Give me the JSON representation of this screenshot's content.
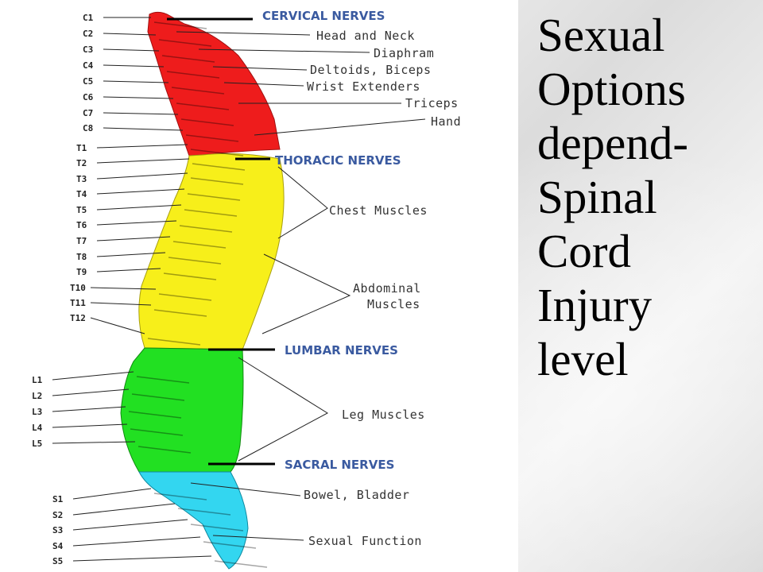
{
  "slide_title_lines": [
    "Sexual",
    "Options",
    "depend-",
    "Spinal",
    "Cord",
    "Injury",
    "level"
  ],
  "nerve_groups": {
    "cervical": "CERVICAL NERVES",
    "thoracic": "THORACIC NERVES",
    "lumbar": "LUMBAR NERVES",
    "sacral": "SACRAL NERVES"
  },
  "functions": {
    "head_neck": "Head and Neck",
    "diaphram": "Diaphram",
    "deltoids": "Deltoids, Biceps",
    "wrist": "Wrist Extenders",
    "triceps": "Triceps",
    "hand": "Hand",
    "chest": "Chest Muscles",
    "abdominal_1": "Abdominal",
    "abdominal_2": "Muscles",
    "leg": "Leg Muscles",
    "bowel": "Bowel, Bladder",
    "sexual": "Sexual Function"
  },
  "levels": {
    "cervical": [
      "C1",
      "C2",
      "C3",
      "C4",
      "C5",
      "C6",
      "C7",
      "C8"
    ],
    "thoracic": [
      "T1",
      "T2",
      "T3",
      "T4",
      "T5",
      "T6",
      "T7",
      "T8",
      "T9",
      "T10",
      "T11",
      "T12"
    ],
    "lumbar": [
      "L1",
      "L2",
      "L3",
      "L4",
      "L5"
    ],
    "sacral": [
      "S1",
      "S2",
      "S3",
      "S4",
      "S5"
    ]
  },
  "colors": {
    "cervical": "#ee1c1c",
    "thoracic": "#f7ef1a",
    "lumbar": "#22e022",
    "sacral": "#33d6f0",
    "nerve_label": "#3a5aa0"
  }
}
